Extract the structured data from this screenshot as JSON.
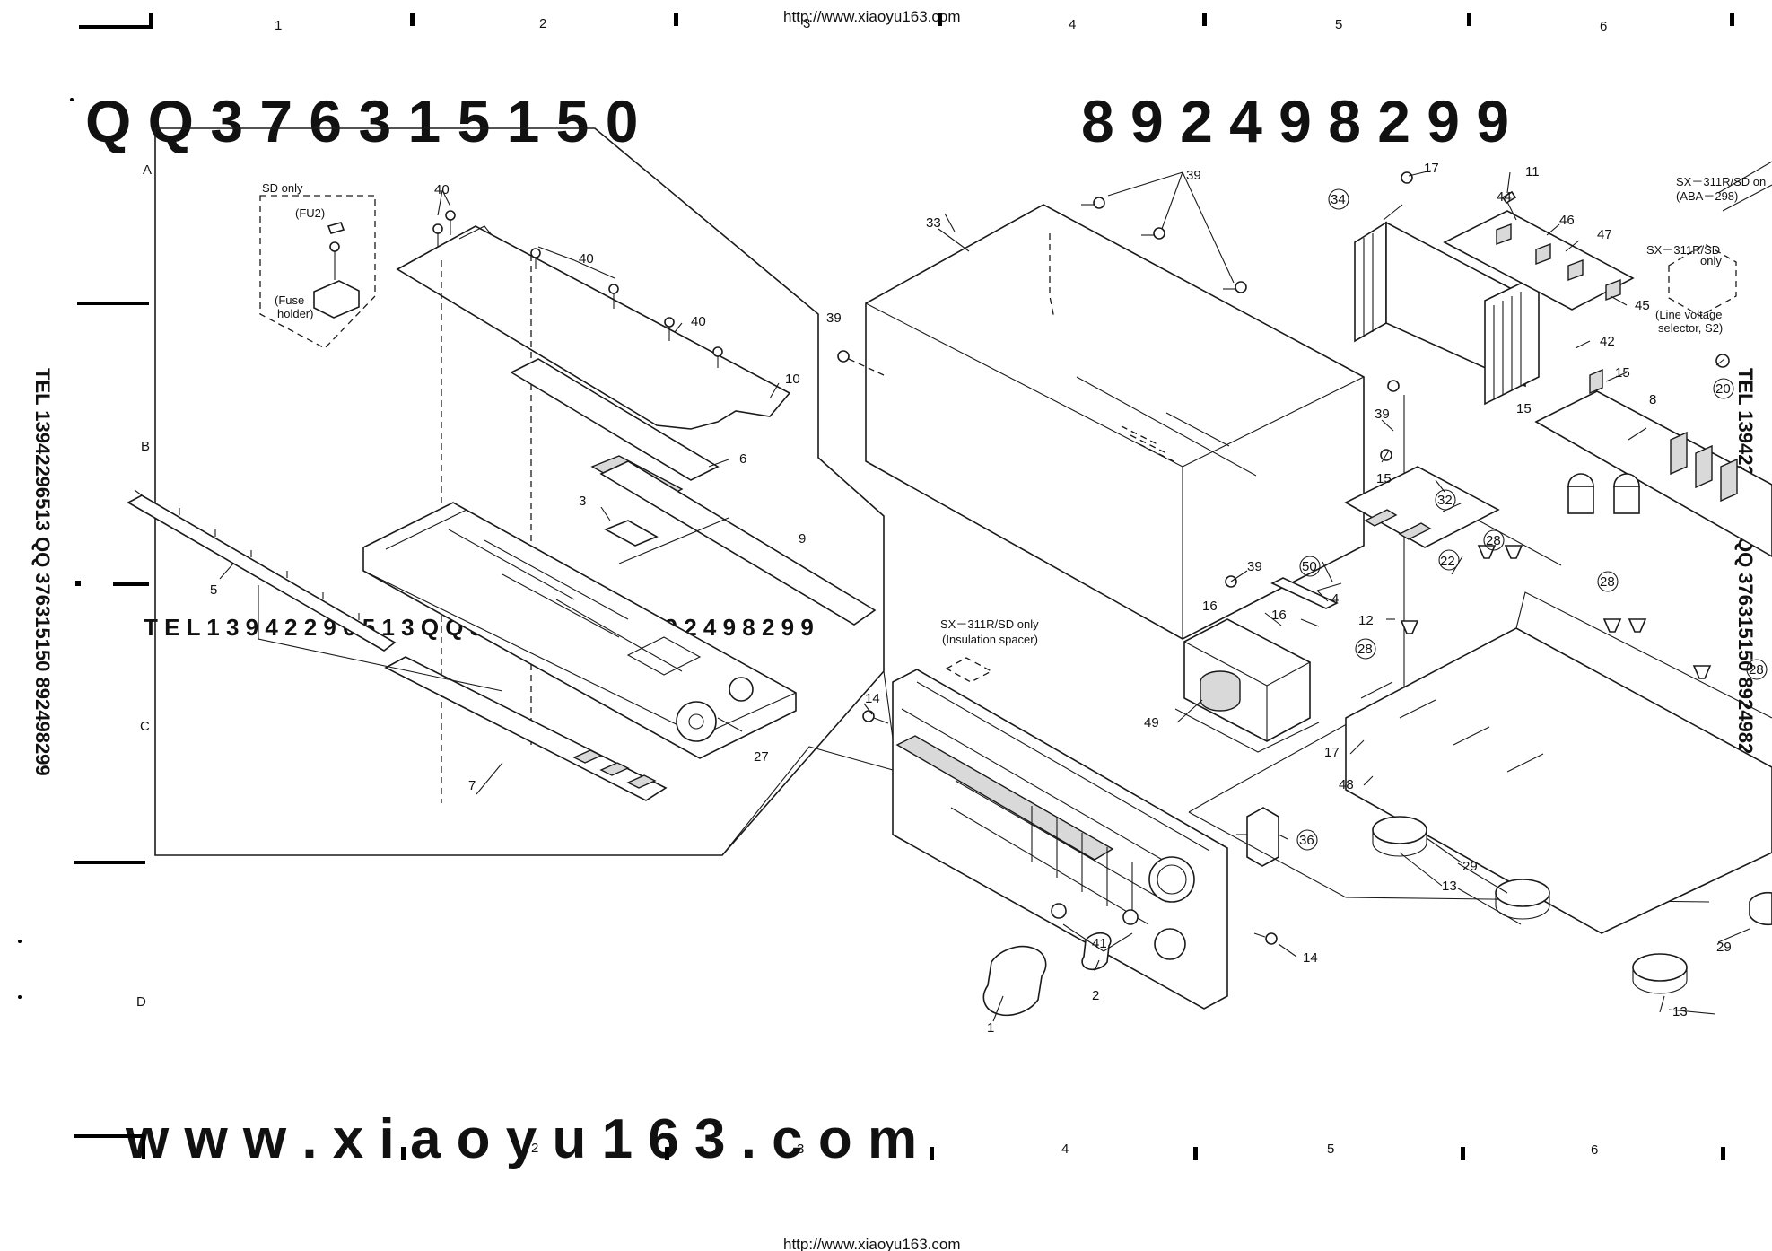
{
  "header": {
    "url_top": "http://www.xiaoyu163.com",
    "url_bottom": "http://www.xiaoyu163.com"
  },
  "grid": {
    "columns": [
      "1",
      "2",
      "3",
      "4",
      "5",
      "6"
    ],
    "rows": [
      "A",
      "B",
      "C",
      "D"
    ]
  },
  "watermarks": {
    "top_left": "Q Q 3 7 6 3 1 5 1 5 0",
    "top_right": "8 9 2 4 9 8 2 9 9",
    "middle": "T E L 1 3 9 4 2 2 9 6 5 1 3  Q Q 3 7 6 3 1 5 1 5 0  8 9 2 4 9 8 2 9 9",
    "bottom": "w w w . x i a o y u 1 6 3 . c o m",
    "left_vertical": "TEL 13942296513 QQ 376315150 892498299",
    "right_vertical": "TEL 13942296513 QQ 376315150 892498299"
  },
  "notes": {
    "sd_only": "SD only",
    "fu2": "(FU2)",
    "fuse_line1": "(Fuse",
    "fuse_line2": "holder)",
    "spacer_line1": "SX－311R/SD only",
    "spacer_line2": "(Insulation spacer)",
    "aba_line1": "SX－311R/SD on",
    "aba_line2": "(ABA－298)",
    "selector_line1": "SX－311R/SD",
    "selector_line2": "only",
    "selector_line3": "(Line voltage",
    "selector_line4": "selector, S2)"
  },
  "parts": {
    "p1": "1",
    "p2": "2",
    "p3": "3",
    "p4": "4",
    "p5": "5",
    "p6": "6",
    "p7": "7",
    "p8": "8",
    "p9": "9",
    "p10": "10",
    "p11": "11",
    "p12": "12",
    "p13a": "13",
    "p13b": "13",
    "p14a": "14",
    "p14b": "14",
    "p15a": "15",
    "p15b": "15",
    "p15c": "15",
    "p16a": "16",
    "p16b": "16",
    "p17a": "17",
    "p17b": "17",
    "p20": "20",
    "p22": "22",
    "p27": "27",
    "p28a": "28",
    "p28b": "28",
    "p28c": "28",
    "p28d": "28",
    "p29a": "29",
    "p29b": "29",
    "p32": "32",
    "p33": "33",
    "p34": "34",
    "p36": "36",
    "p39a": "39",
    "p39b": "39",
    "p39c": "39",
    "p39d": "39",
    "p40a": "40",
    "p40b": "40",
    "p40c": "40",
    "p41": "41",
    "p42": "42",
    "p44": "44",
    "p45": "45",
    "p46": "46",
    "p47": "47",
    "p48": "48",
    "p49": "49",
    "p50": "50"
  }
}
